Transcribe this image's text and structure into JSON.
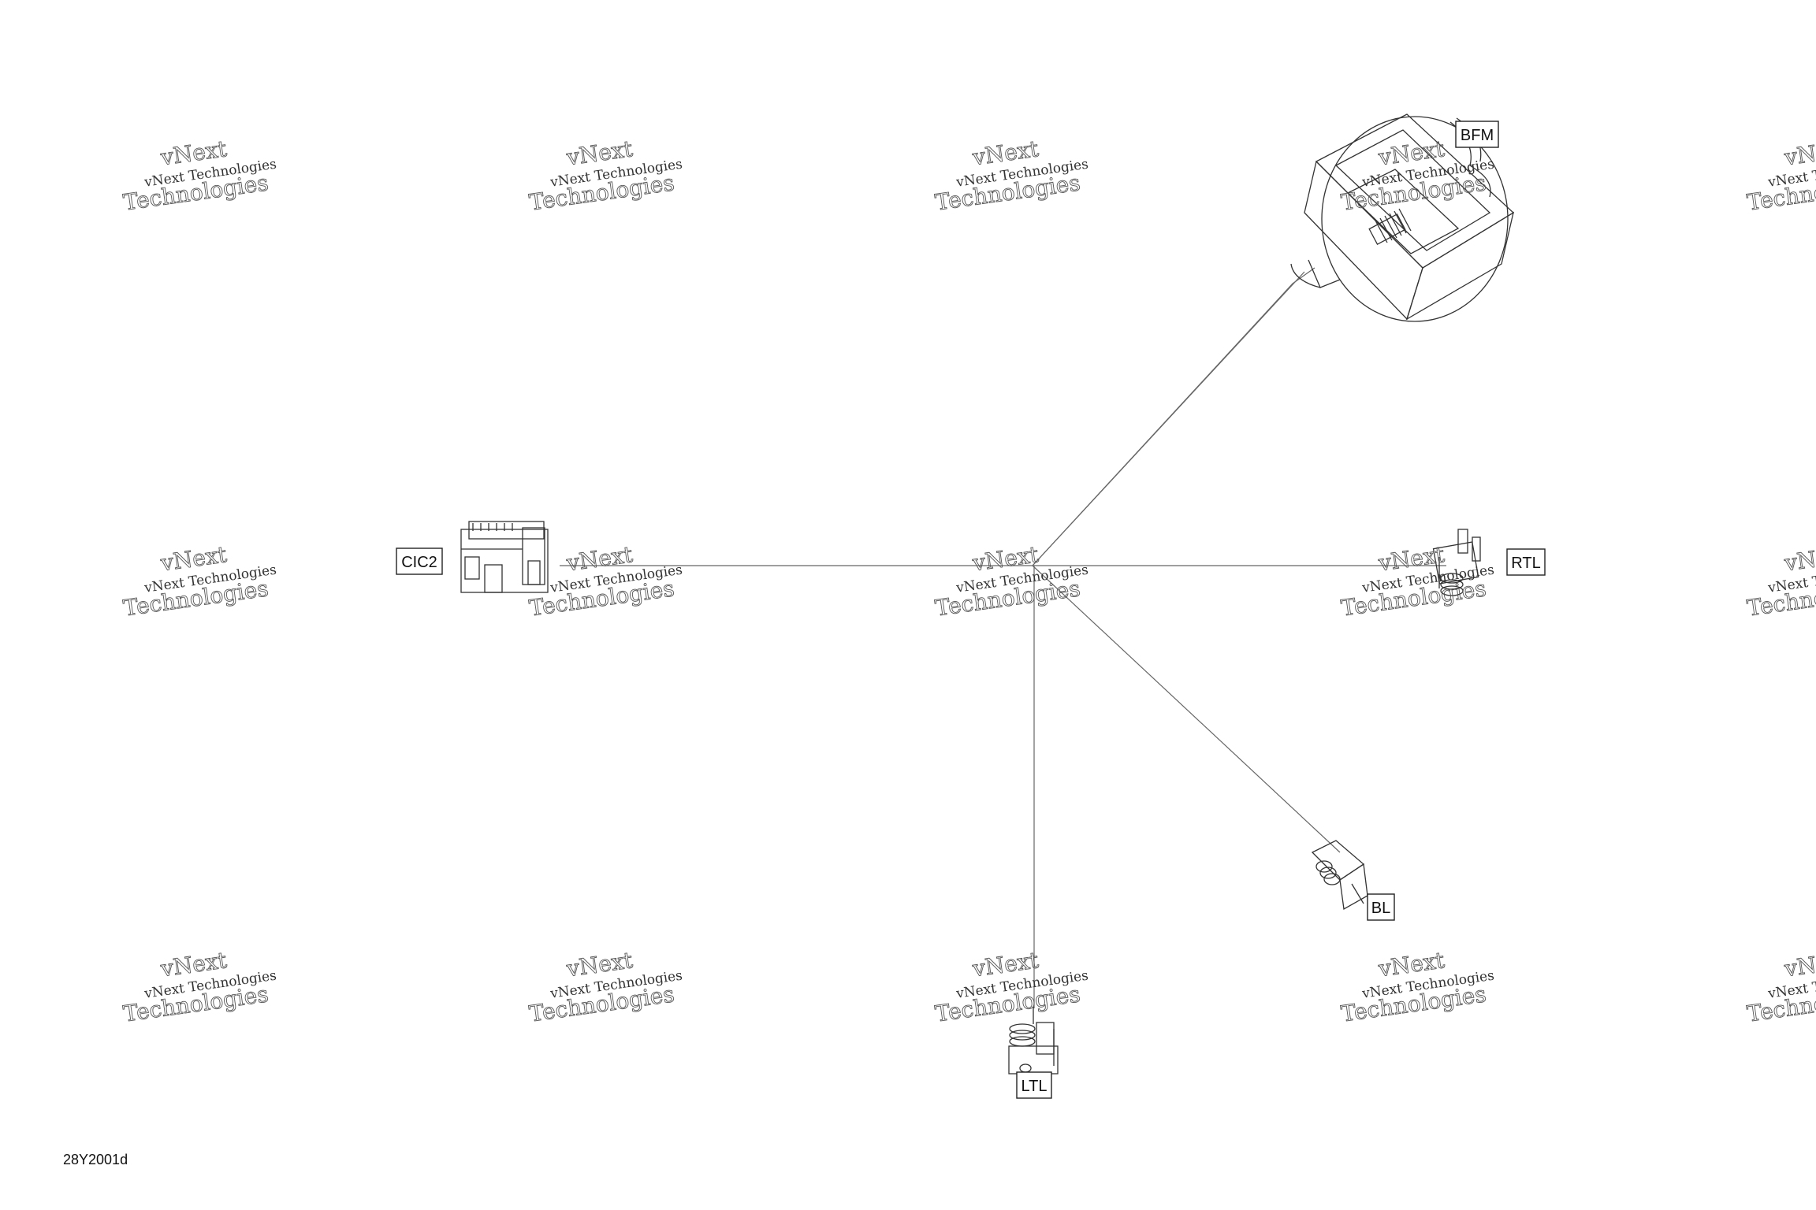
{
  "watermark": {
    "line1": "vNext",
    "line2": "vNext Technologies",
    "line3": "Technologies"
  },
  "callouts": {
    "bfm": "BFM",
    "cic2": "CIC2",
    "rtl": "RTL",
    "bl": "BL",
    "ltl": "LTL"
  },
  "drawing_id": "28Y2001d"
}
